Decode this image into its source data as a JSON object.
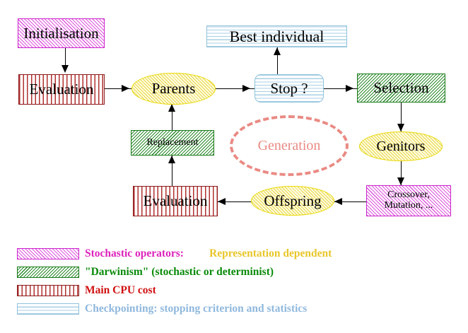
{
  "diagram": {
    "title": "Evolutionary algorithm cycle",
    "nodes": {
      "initialisation": {
        "label": "Initialisation",
        "style": "stochastic-operators"
      },
      "evaluation_top": {
        "label": "Evaluation",
        "style": "main-cpu-cost"
      },
      "parents": {
        "label": "Parents",
        "style": "representation-dependent"
      },
      "best_individual": {
        "label": "Best individual",
        "style": "checkpointing"
      },
      "stop": {
        "label": "Stop ?",
        "style": "checkpointing"
      },
      "selection": {
        "label": "Selection",
        "style": "darwinism"
      },
      "genitors": {
        "label": "Genitors",
        "style": "representation-dependent"
      },
      "crossover": {
        "label_line1": "Crossover,",
        "label_line2": "Mutation, ...",
        "style": "stochastic-operators"
      },
      "offspring": {
        "label": "Offspring",
        "style": "representation-dependent"
      },
      "evaluation_bottom": {
        "label": "Evaluation",
        "style": "main-cpu-cost"
      },
      "replacement": {
        "label": "Replacement",
        "style": "darwinism"
      },
      "generation": {
        "label": "Generation",
        "style": "generation-loop"
      }
    },
    "edges": [
      {
        "from": "initialisation",
        "to": "evaluation_top",
        "direction": "down"
      },
      {
        "from": "evaluation_top",
        "to": "parents",
        "direction": "right"
      },
      {
        "from": "parents",
        "to": "stop",
        "direction": "right"
      },
      {
        "from": "stop",
        "to": "best_individual",
        "direction": "up"
      },
      {
        "from": "stop",
        "to": "selection",
        "direction": "right"
      },
      {
        "from": "selection",
        "to": "genitors",
        "direction": "down"
      },
      {
        "from": "genitors",
        "to": "crossover",
        "direction": "down"
      },
      {
        "from": "crossover",
        "to": "offspring",
        "direction": "left"
      },
      {
        "from": "offspring",
        "to": "evaluation_bottom",
        "direction": "left"
      },
      {
        "from": "evaluation_bottom",
        "to": "replacement",
        "direction": "up"
      },
      {
        "from": "replacement",
        "to": "parents",
        "direction": "up"
      }
    ]
  },
  "legend": {
    "rows": [
      {
        "swatch": "magenta-diagonal-hatch",
        "text": "Stochastic operators:",
        "text_color": "#dd22bb",
        "text_extra": "Representation dependent",
        "text_extra_color": "#e8c62a"
      },
      {
        "swatch": "green-diagonal-hatch",
        "text": "\"Darwinism\" (stochastic or determinist)",
        "text_color": "#0a8a0a",
        "text_extra": "",
        "text_extra_color": ""
      },
      {
        "swatch": "red-vertical-stripes",
        "text": "Main CPU cost",
        "text_color": "#d01010",
        "text_extra": "",
        "text_extra_color": ""
      },
      {
        "swatch": "blue-horizontal-lines",
        "text": "Checkpointing: stopping criterion and statistics",
        "text_color": "#8fb8dd",
        "text_extra": "",
        "text_extra_color": ""
      }
    ]
  },
  "colors": {
    "magenta": "#cc22cc",
    "green": "#157a15",
    "dark_red": "#8b1a1a",
    "light_blue": "#8fc2dd",
    "yellow": "#e8d800",
    "salmon": "#ea8a84"
  }
}
